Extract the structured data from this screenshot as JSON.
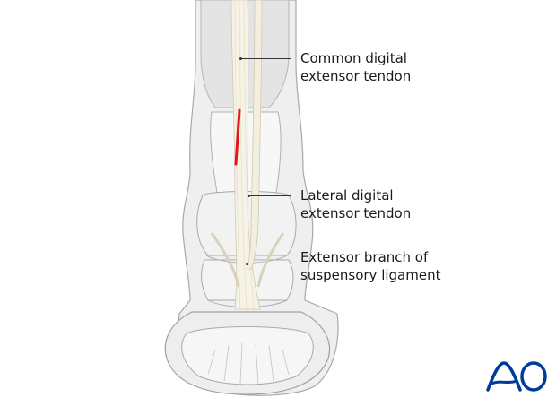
{
  "figure": {
    "description": "Dorsal view of equine distal limb showing extensor tendons with incision line",
    "incision_color": "#e3161d",
    "bone_fill": "#eeeeee",
    "outline_color": "#9a9a9a",
    "tendon_fill": "#f6f3e6"
  },
  "labels": [
    {
      "line1": "Common digital",
      "line2": "extensor tendon"
    },
    {
      "line1": "Lateral digital",
      "line2": "extensor tendon"
    },
    {
      "line1": "Extensor branch of",
      "line2": "suspensory ligament"
    }
  ],
  "logo": {
    "text": "AO",
    "color": "#003d99"
  }
}
